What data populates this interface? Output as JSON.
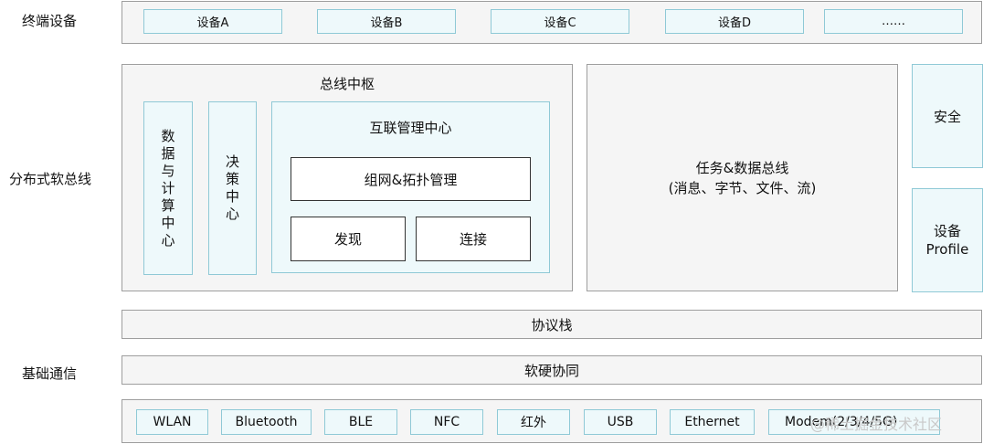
{
  "row_labels": {
    "terminal": "终端设备",
    "softbus": "分布式软总线",
    "basic_comm": "基础通信"
  },
  "terminal_devices": [
    "设备A",
    "设备B",
    "设备C",
    "设备D",
    "……"
  ],
  "bus_hub": {
    "title": "总线中枢",
    "data_compute_center": "数据与计算中心",
    "decision_center": "决策中心",
    "interconnect": {
      "title": "互联管理中心",
      "networking": "组网&拓扑管理",
      "discovery": "发现",
      "connection": "连接"
    }
  },
  "task_bus": {
    "title": "任务&数据总线",
    "subtitle": "(消息、字节、文件、流)"
  },
  "security": "安全",
  "device_profile": {
    "line1": "设备",
    "line2": "Profile"
  },
  "protocol_stack": "协议栈",
  "hw_sw_collab": "软硬协同",
  "comm_protocols": [
    "WLAN",
    "Bluetooth",
    "BLE",
    "NFC",
    "红外",
    "USB",
    "Ethernet",
    "Modem(2/3/4/5G)"
  ],
  "watermark": "@稀土掘金技术社区",
  "colors": {
    "gray_fill": "#f5f5f5",
    "gray_border": "#9e9e9e",
    "blue_fill": "#eef9fb",
    "blue_border": "#8fc9d6"
  }
}
